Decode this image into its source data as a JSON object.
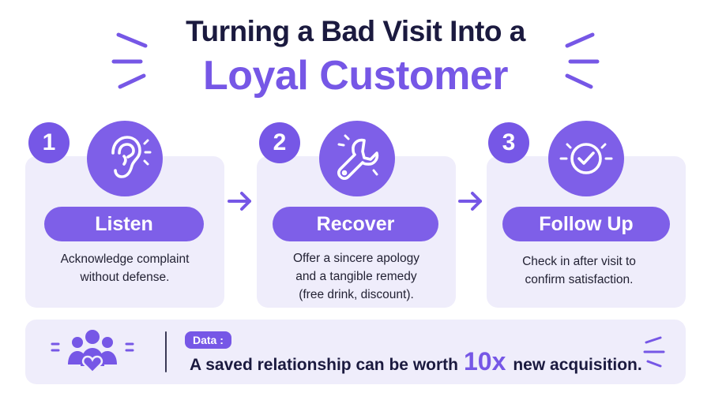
{
  "title": {
    "line1": "Turning a Bad Visit Into a",
    "line2": "Loyal Customer"
  },
  "steps": [
    {
      "number": "1",
      "icon": "ear-icon",
      "label": "Listen",
      "description": [
        "Acknowledge complaint",
        "without defense."
      ]
    },
    {
      "number": "2",
      "icon": "wrench-icon",
      "label": "Recover",
      "description": [
        "Offer a sincere apology",
        "and a tangible remedy",
        "(free drink, discount)."
      ]
    },
    {
      "number": "3",
      "icon": "check-circle-icon",
      "label": "Follow Up",
      "description": [
        "Check in after visit to",
        "confirm satisfaction."
      ]
    }
  ],
  "data_panel": {
    "tag": "Data :",
    "icon": "customer-group-heart-icon",
    "text_before": "A saved relationship can be worth",
    "highlight": "10x",
    "text_after": "new acquisition."
  },
  "colors": {
    "accent": "#7657e6",
    "dark_text": "#1b1a3f",
    "card_bg": "#efedfb"
  }
}
